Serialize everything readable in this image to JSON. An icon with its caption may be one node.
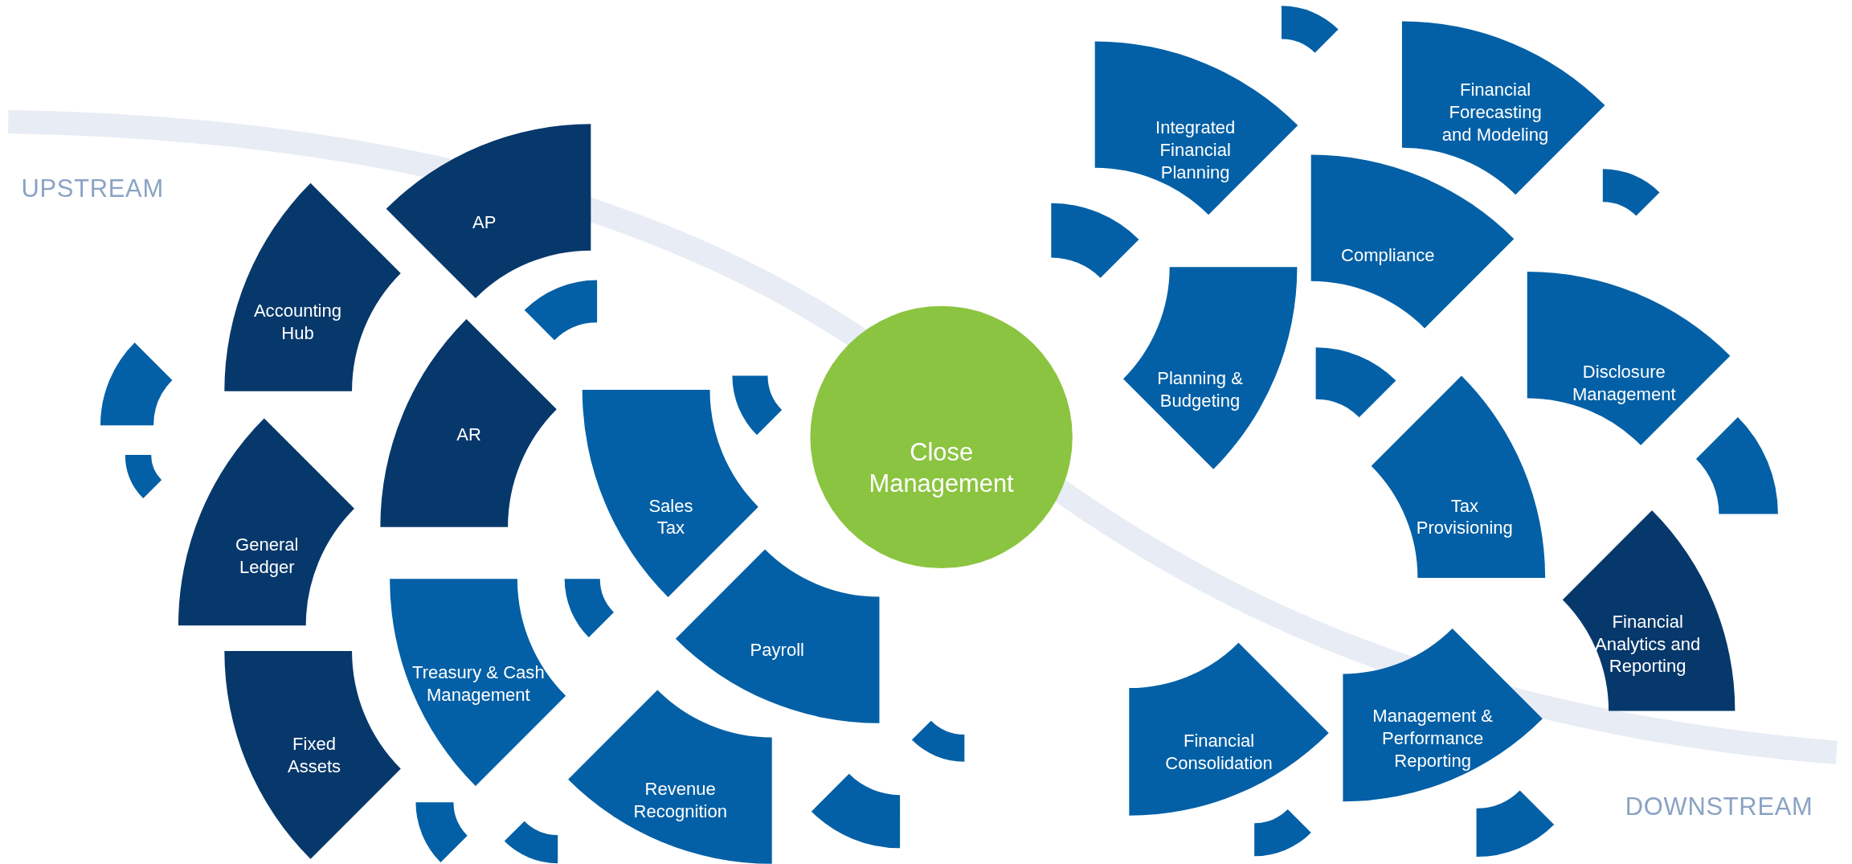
{
  "diagram": {
    "nodes": [
      {
        "text": [
          "AP"
        ]
      },
      {
        "text": [
          "Accounting Hub"
        ]
      },
      {
        "text": [
          "AR"
        ]
      },
      {
        "text": [
          "General Ledger"
        ]
      },
      {
        "text": [
          "Sales Tax"
        ]
      },
      {
        "text": [
          "Close Management"
        ]
      },
      {
        "text": [
          "Treasury & Cash Management"
        ]
      },
      {
        "text": [
          "Payroll"
        ]
      },
      {
        "text": [
          "Fixed Assets"
        ]
      },
      {
        "text": [
          "Revenue Recognition"
        ]
      },
      {
        "text": [
          "Integrated Financial Planning"
        ]
      },
      {
        "text": [
          "Financial Forecasting and Modeling"
        ]
      },
      {
        "text": [
          "Compliance"
        ]
      },
      {
        "text": [
          "Planning & Budgeting"
        ]
      },
      {
        "text": [
          "Disclosure Management"
        ]
      },
      {
        "text": [
          "Tax Provisioning"
        ]
      },
      {
        "text": [
          "Financial Analytics and Reporting"
        ]
      },
      {
        "text": [
          "Financial Consolidation"
        ]
      },
      {
        "text": [
          "Management & Performance Reporting"
        ]
      },
      {
        "text": [],
        "shape": "wedge"
      },
      {
        "text": [],
        "shape": "wedge"
      },
      {
        "text": [],
        "shape": "wedge"
      },
      {
        "text": [],
        "shape": "wedge"
      },
      {
        "text": [],
        "shape": "wedge"
      },
      {
        "text": [],
        "shape": "wedge"
      },
      {
        "text": [],
        "shape": "wedge"
      },
      {
        "text": [],
        "shape": "wedge"
      },
      {
        "text": [],
        "shape": "wedge"
      },
      {
        "text": [],
        "shape": "wedge"
      },
      {
        "text": [],
        "shape": "wedge"
      },
      {
        "text": [],
        "shape": "wedge"
      },
      {
        "text": [],
        "shape": "wedge"
      },
      {
        "text": [],
        "shape": "wedge"
      },
      {
        "text": [],
        "shape": "wedge"
      },
      {
        "text": [],
        "shape": "wedge"
      }
    ],
    "edges": [],
    "labels": [
      "UPSTREAM",
      "DOWNSTREAM"
    ]
  }
}
